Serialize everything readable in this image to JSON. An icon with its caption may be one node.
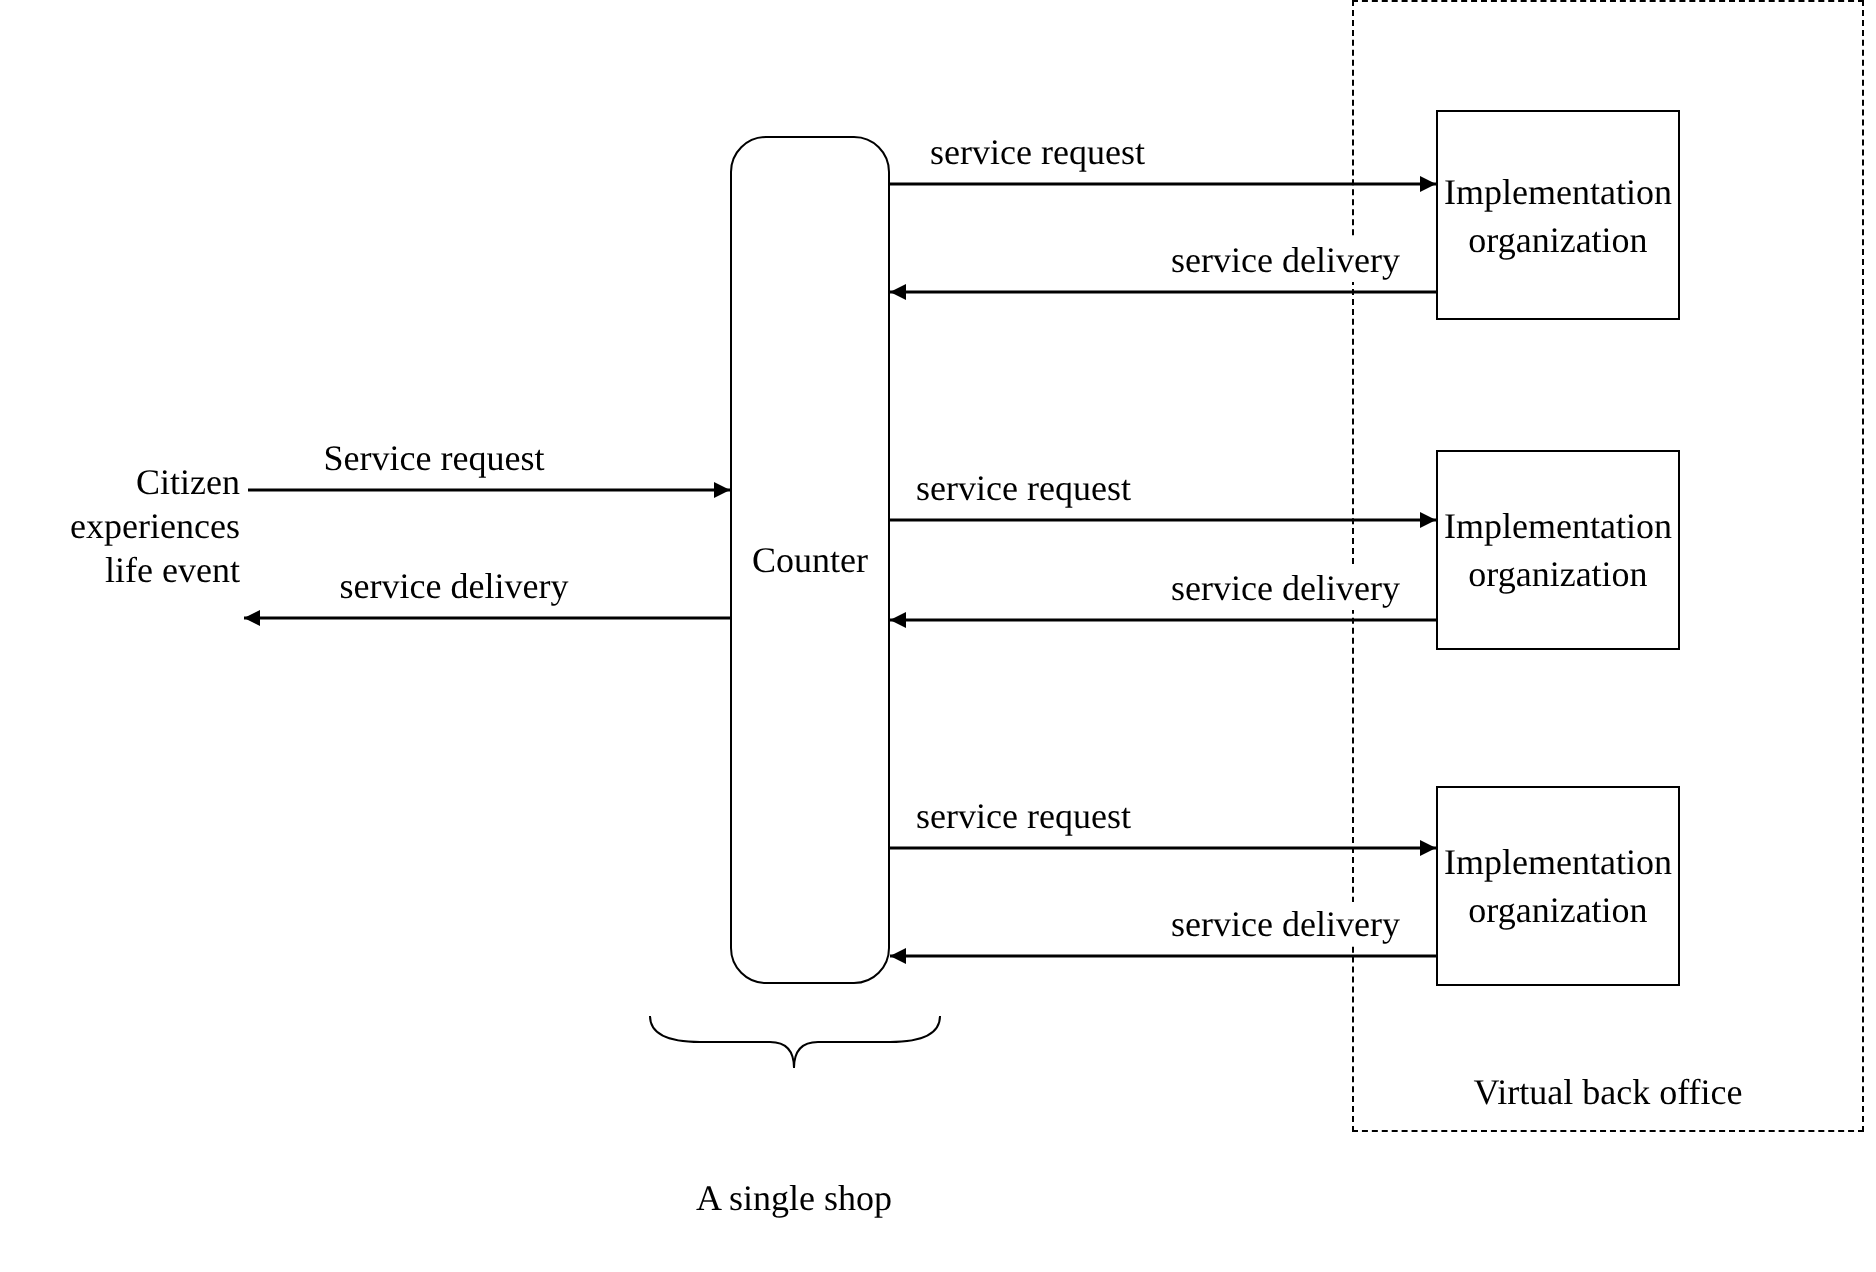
{
  "diagram": {
    "nodes": [
      {
        "text": [
          "Citizen experiences life event"
        ]
      },
      {
        "text": [
          "Counter"
        ]
      },
      {
        "text": [
          "Virtual back office"
        ]
      },
      {
        "text": [
          "Implementation organization"
        ],
        "in": 2
      },
      {
        "text": [
          "Implementation organization"
        ],
        "in": 2
      },
      {
        "text": [
          "Implementation organization"
        ],
        "in": 2
      }
    ],
    "edges": [
      {
        "from": 0,
        "to": 1,
        "arrow": "to",
        "label": "Service request"
      },
      {
        "from": 1,
        "to": 0,
        "arrow": "to",
        "label": "service delivery"
      },
      {
        "from": 1,
        "to": 3,
        "arrow": "to",
        "label": "service request"
      },
      {
        "from": 3,
        "to": 1,
        "arrow": "to",
        "label": "service delivery"
      },
      {
        "from": 1,
        "to": 4,
        "arrow": "to",
        "label": "service request"
      },
      {
        "from": 4,
        "to": 1,
        "arrow": "to",
        "label": "service delivery"
      },
      {
        "from": 1,
        "to": 5,
        "arrow": "to",
        "label": "service request"
      },
      {
        "from": 5,
        "to": 1,
        "arrow": "to",
        "label": "service delivery"
      }
    ],
    "labels": [
      "A single shop"
    ]
  }
}
